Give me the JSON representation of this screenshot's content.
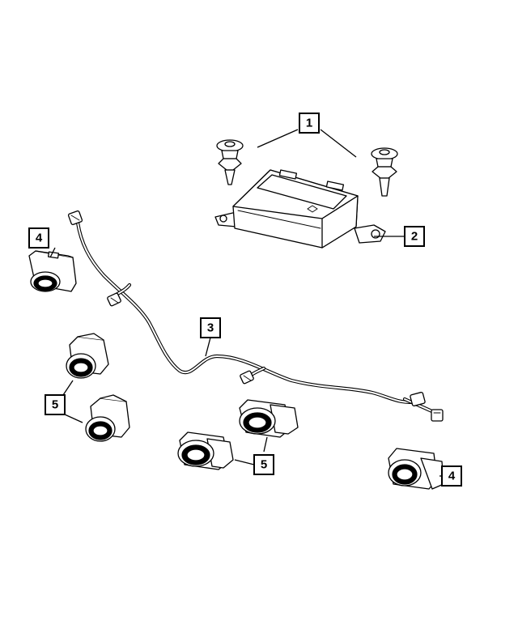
{
  "diagram": {
    "callouts": [
      {
        "label": "1"
      },
      {
        "label": "2"
      },
      {
        "label": "3"
      },
      {
        "label": "4"
      },
      {
        "label": "5"
      },
      {
        "label": "5"
      },
      {
        "label": "4"
      }
    ]
  }
}
